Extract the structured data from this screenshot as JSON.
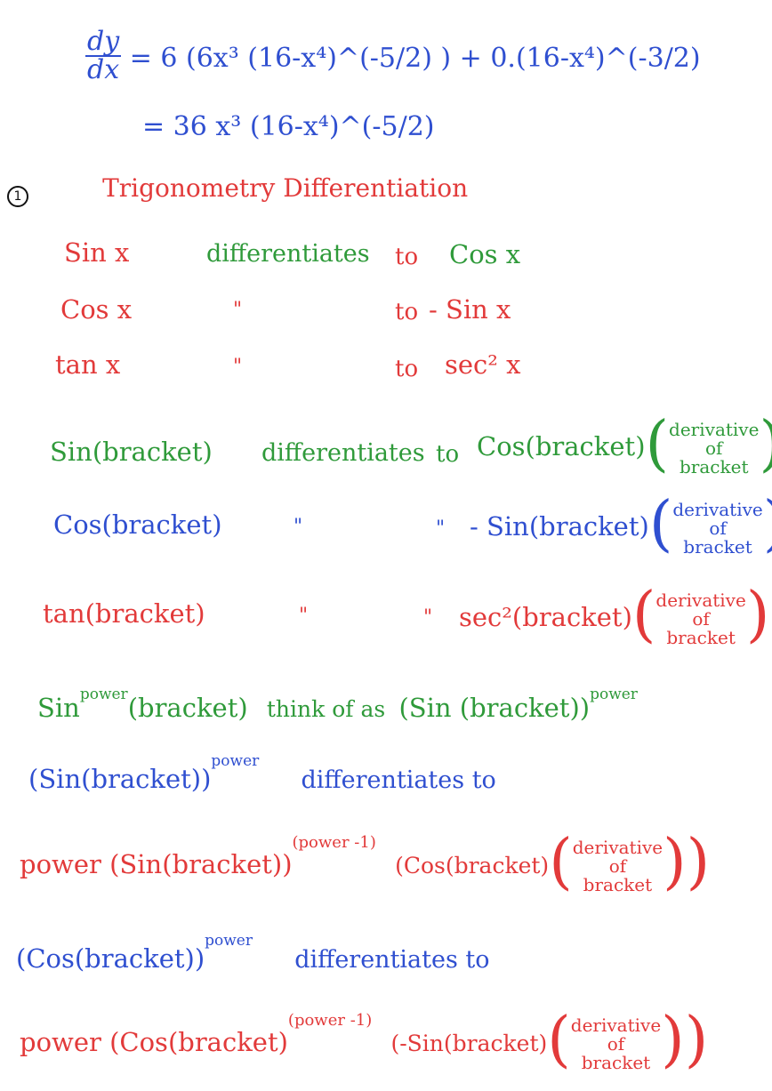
{
  "equation": {
    "frac_num": "dy",
    "frac_den": "dx",
    "line1": "= 6 (6x³ (16-x⁴)^(-5/2) ) + 0.(16-x⁴)^(-3/2)",
    "line2": "= 36 x³ (16-x⁴)^(-5/2)"
  },
  "section": {
    "number": "1",
    "title": "Trigonometry Differentiation"
  },
  "basic_rules": [
    {
      "func": "Sin x",
      "verb": "differentiates",
      "to": "to",
      "result": "Cos x"
    },
    {
      "func": "Cos x",
      "verb": "\"",
      "to": "to",
      "result": "- Sin x"
    },
    {
      "func": "tan x",
      "verb": "\"",
      "to": "to",
      "result": "sec² x"
    }
  ],
  "bracket_rules": [
    {
      "func": "Sin(bracket)",
      "verb": "differentiates",
      "to": "to",
      "result": "Cos(bracket)"
    },
    {
      "func": "Cos(bracket)",
      "verb": "\"",
      "to": "\"",
      "result": "- Sin(bracket)"
    },
    {
      "func": "tan(bracket)",
      "verb": "\"",
      "to": "\"",
      "result": "sec²(bracket)"
    }
  ],
  "derivative_note": {
    "l1": "derivative",
    "l2": "of",
    "l3": "bracket"
  },
  "power_rule": {
    "sin": "Sin",
    "power": "power",
    "bracket": "(bracket)",
    "think": "think of as",
    "rewrite": "(Sin (bracket))"
  },
  "sin_power": {
    "base": "(Sin(bracket))",
    "exp": "power",
    "verb": "differentiates to",
    "coef": "power",
    "inner": "(Sin(bracket))",
    "exp2": "(power -1)",
    "cos_part": "(Cos(bracket)"
  },
  "cos_power": {
    "base": "(Cos(bracket))",
    "exp": "power",
    "verb": "differentiates to",
    "coef": "power",
    "inner": "(Cos(bracket)",
    "exp2": "(power -1)",
    "sin_part": "(-Sin(bracket)"
  }
}
